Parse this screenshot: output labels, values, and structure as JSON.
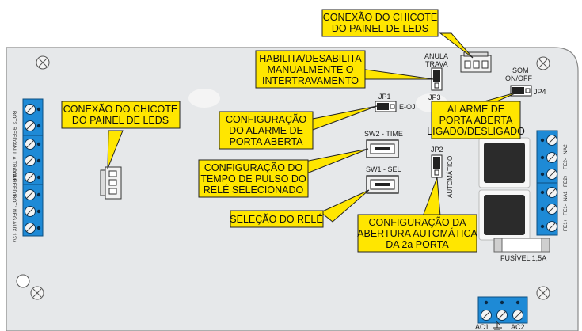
{
  "colors": {
    "board": "#e6e8ea",
    "board_edge": "#8a8a8a",
    "terminal_blue": "#1e8ad6",
    "callout_fill": "#ffe600",
    "callout_stroke": "#222222",
    "relay": "#2b2b2b"
  },
  "icons": [
    "screw-hole-icon",
    "terminal-screw-icon",
    "connector-icon",
    "jumper-icon",
    "ground-icon"
  ],
  "callouts": {
    "top_connector": [
      "CONEXÃO DO CHICOTE",
      "DO PAINEL DE LEDS"
    ],
    "left_connector": [
      "CONEXÃO DO CHICOTE",
      "DO PAINEL DE LEDS"
    ],
    "habilita": [
      "HABILITA/DESABILITA",
      "MANUALMENTE O",
      "INTERTRAVAMENTO"
    ],
    "alarm_config": [
      "CONFIGURAÇÃO",
      "DO ALARME DE",
      "PORTA ABERTA"
    ],
    "alarm_onoff": [
      "ALARME DE",
      "PORTA ABERTA",
      "LIGADO/DESLIGADO"
    ],
    "pulse_time": [
      "CONFIGURAÇÃO DO",
      "TEMPO DE PULSO DO",
      "RELÉ SELECIONADO"
    ],
    "relay_select": [
      "SELEÇÃO DO RELÉ"
    ],
    "auto_open": [
      "CONFIGURAÇÃO DA",
      "ABERTURA AUTOMÁTICA",
      "DA 2a PORTA"
    ]
  },
  "labels": {
    "anula_trava": [
      "ANULA",
      "TRAVA"
    ],
    "jp3": "JP3",
    "som_onoff": [
      "SOM",
      "ON/OFF"
    ],
    "jp4": "JP4",
    "jp1": "JP1",
    "e_oj": "E-OJ",
    "sw2": "SW2 - TIME",
    "sw1": "SW1 - SEL",
    "jp2": "JP2",
    "automatico": "AUTOMÁTICO",
    "fusivel": "FUSÍVEL 1,5A",
    "ac1": "AC1",
    "ac2": "AC2",
    "left_terminals": [
      "BOT2",
      "REED2",
      "ANULA TRAVA",
      "COM",
      "REED1",
      "BOT1",
      "NEG",
      "AUX 12V"
    ],
    "right_terminals": [
      "FE1+",
      "FE1-",
      "NA1",
      "FE2+",
      "FE2-",
      "NA2"
    ]
  }
}
